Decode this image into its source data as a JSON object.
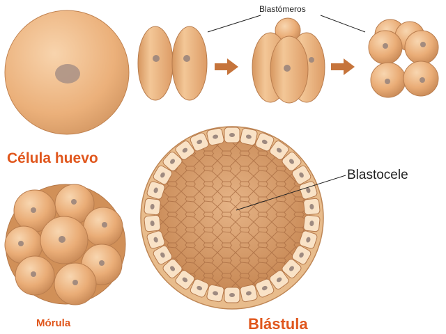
{
  "labels": {
    "egg_cell": "Célula huevo",
    "blastomeres": "Blastómeros",
    "blastocoel": "Blastocele",
    "morula": "Mórula",
    "blastula": "Blástula"
  },
  "colors": {
    "cell_fill": "#e9ac74",
    "cell_fill_light": "#f6cfa6",
    "cell_fill_dark": "#c78754",
    "cell_outline": "#b5784a",
    "nucleus": "#9e8a80",
    "arrow": "#c6743b",
    "label_orange": "#e0561c",
    "leader_line": "#222222",
    "blastoderm_cell": "#f9e2c6",
    "cavity": "#dca272",
    "cavity_line": "#ae7046"
  }
}
